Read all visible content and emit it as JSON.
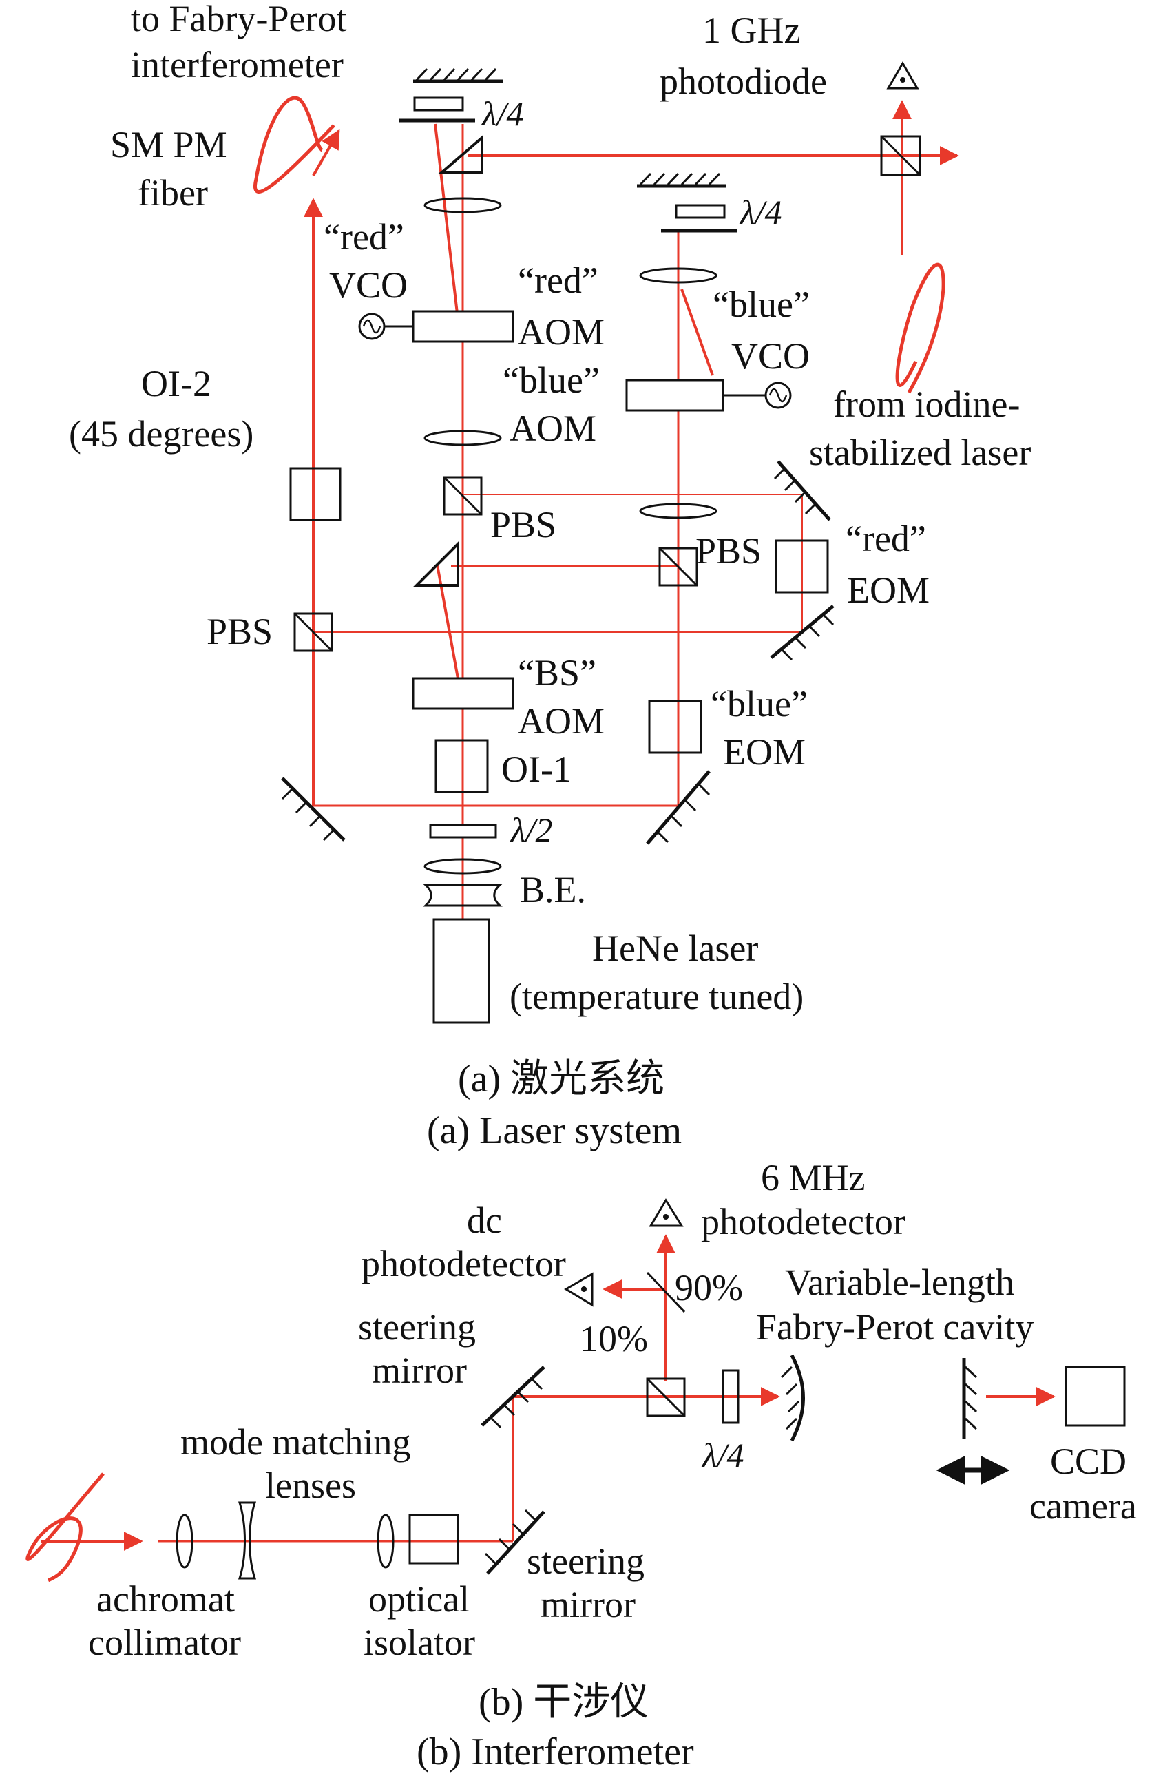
{
  "colors": {
    "beam": "#e8392b",
    "ink": "#111111",
    "background": "#ffffff"
  },
  "icons": [
    "hatched-mirror",
    "beamsplitter-cube",
    "prism",
    "lens",
    "photodiode-triangle",
    "vco-sine-source",
    "fiber-loop-arrow",
    "camera-box",
    "double-arrow"
  ],
  "panel_a": {
    "labels": {
      "fabry_perot_1": "to Fabry-Perot",
      "fabry_perot_2": "interferometer",
      "qw_top": "λ/4",
      "ghz_1": "1 GHz",
      "ghz_2": "photodiode",
      "fiber_1": "SM PM",
      "fiber_2": "fiber",
      "qw_right": "λ/4",
      "red_vco_1": "“red”",
      "red_vco_2": "VCO",
      "red_aom_1": "“red”",
      "red_aom_2": "AOM",
      "blue_vco_1": "“blue”",
      "blue_vco_2": "VCO",
      "blue_aom_1": "“blue”",
      "blue_aom_2": "AOM",
      "iodine_1": "from iodine-",
      "iodine_2": "stabilized laser",
      "oi2_1": "OI-2",
      "oi2_2": "(45 degrees)",
      "pbs_center": "PBS",
      "pbs_right": "PBS",
      "pbs_left": "PBS",
      "red_eom_1": "“red”",
      "red_eom_2": "EOM",
      "bs_aom_1": "“BS”",
      "bs_aom_2": "AOM",
      "blue_eom_1": "“blue”",
      "blue_eom_2": "EOM",
      "oi1": "OI-1",
      "hw": "λ/2",
      "be": "B.E.",
      "hene_1": "HeNe laser",
      "hene_2": "(temperature tuned)"
    },
    "caption_cn": "(a) 激光系统",
    "caption_en": "(a) Laser system"
  },
  "panel_b": {
    "labels": {
      "mhz_1": "6 MHz",
      "mhz_2": "photodetector",
      "dc_1": "dc",
      "dc_2": "photodetector",
      "pct90": "90%",
      "pct10": "10%",
      "varlen_1": "Variable-length",
      "varlen_2": "Fabry-Perot cavity",
      "steer_top_1": "steering",
      "steer_top_2": "mirror",
      "mml_1": "mode matching",
      "mml_2": "lenses",
      "qw": "λ/4",
      "ccd_1": "CCD",
      "ccd_2": "camera",
      "steer_bot_1": "steering",
      "steer_bot_2": "mirror",
      "achro_1": "achromat",
      "achro_2": "collimator",
      "iso_1": "optical",
      "iso_2": "isolator"
    },
    "caption_cn": "(b) 干涉仪",
    "caption_en": "(b) Interferometer"
  }
}
